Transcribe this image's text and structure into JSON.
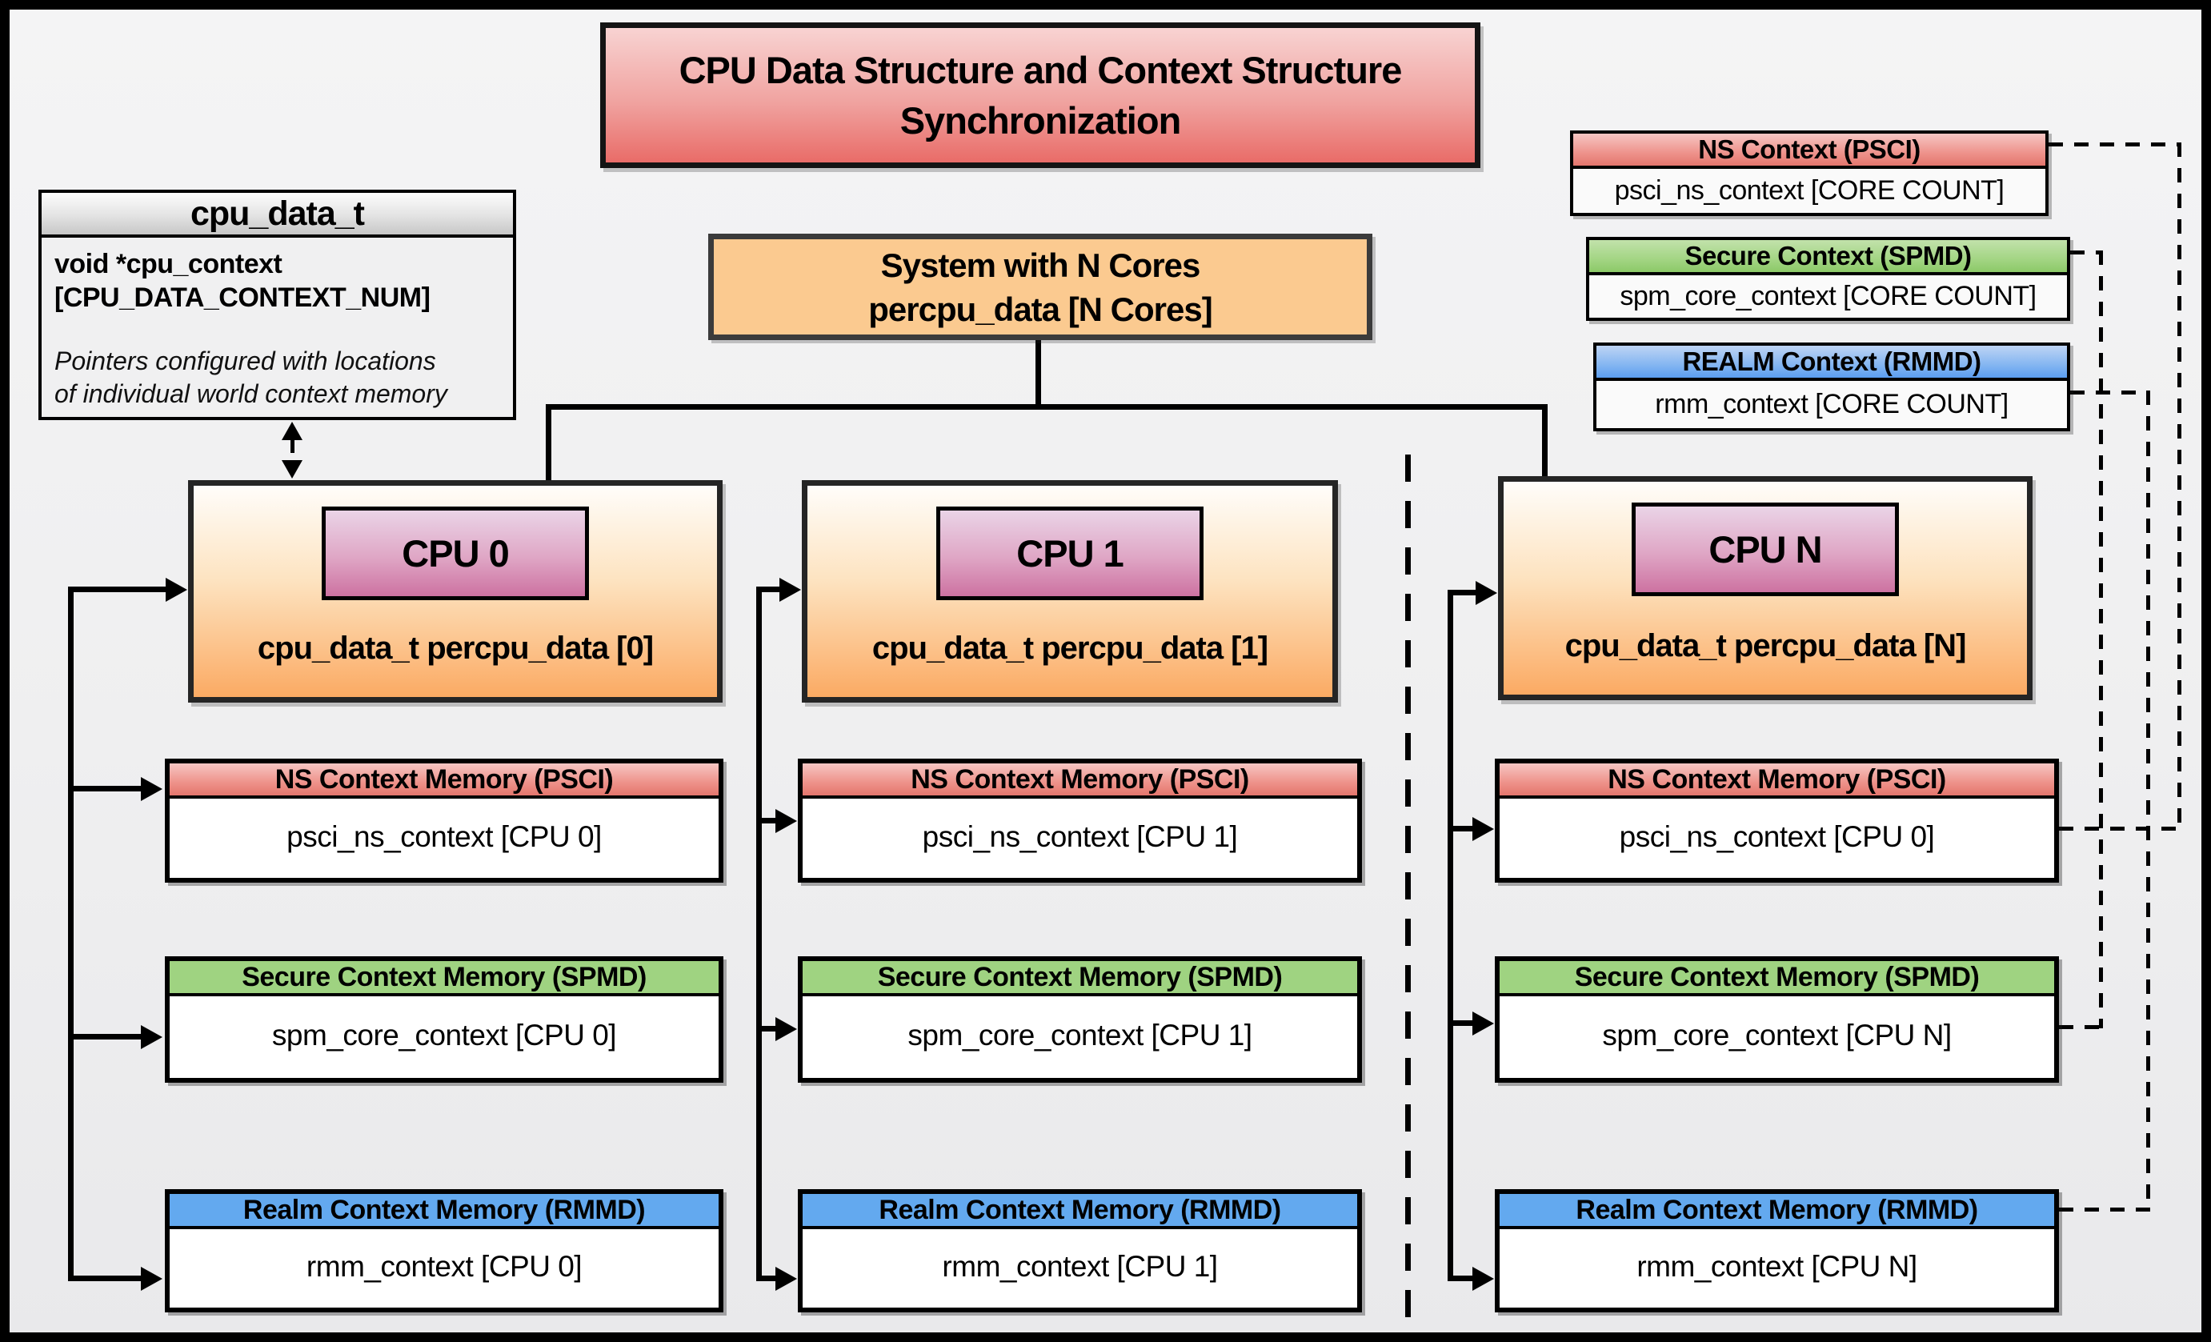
{
  "title": {
    "text": "CPU Data Structure and Context Structure Synchronization"
  },
  "struct_box": {
    "header": "cpu_data_t",
    "field_line1": "void *cpu_context",
    "field_line2": "[CPU_DATA_CONTEXT_NUM]",
    "note_line1": "Pointers configured with locations",
    "note_line2": "of individual world context memory"
  },
  "system_box": {
    "line1": "System with N Cores",
    "line2": "percpu_data [N Cores]"
  },
  "legend": {
    "ns": {
      "header": "NS Context  (PSCI)",
      "body": "psci_ns_context [CORE COUNT]"
    },
    "secure": {
      "header": "Secure Context (SPMD)",
      "body": "spm_core_context [CORE COUNT]"
    },
    "realm": {
      "header": "REALM Context (RMMD)",
      "body": "rmm_context [CORE COUNT]"
    }
  },
  "cpus": {
    "cpu0": {
      "name": "CPU 0",
      "data_label": "cpu_data_t percpu_data [0]",
      "ns_header": "NS Context Memory (PSCI)",
      "ns_body": "psci_ns_context [CPU 0]",
      "secure_header": "Secure Context Memory (SPMD)",
      "secure_body": "spm_core_context [CPU 0]",
      "realm_header": "Realm Context Memory (RMMD)",
      "realm_body": "rmm_context [CPU 0]"
    },
    "cpu1": {
      "name": "CPU 1",
      "data_label": "cpu_data_t percpu_data [1]",
      "ns_header": "NS Context Memory (PSCI)",
      "ns_body": "psci_ns_context [CPU 1]",
      "secure_header": "Secure Context Memory (SPMD)",
      "secure_body": "spm_core_context [CPU 1]",
      "realm_header": "Realm Context Memory (RMMD)",
      "realm_body": "rmm_context [CPU 1]"
    },
    "cpun": {
      "name": "CPU N",
      "data_label": "cpu_data_t percpu_data [N]",
      "ns_header": "NS Context Memory (PSCI)",
      "ns_body": "psci_ns_context [CPU 0]",
      "secure_header": "Secure Context Memory (SPMD)",
      "secure_body": "spm_core_context [CPU N]",
      "realm_header": "Realm Context Memory (RMMD)",
      "realm_body": "rmm_context [CPU N]"
    }
  },
  "colors": {
    "ns_header": "#e4766d",
    "secure_header": "#9fd381",
    "realm_header": "#63a9ef",
    "cpu_fill": "#fbaa63",
    "cpu_chip_fill": "#cd72a1",
    "system_fill": "#fbca90",
    "title_fill": "#e96c68",
    "background": "#efeff0",
    "line": "#000000"
  }
}
